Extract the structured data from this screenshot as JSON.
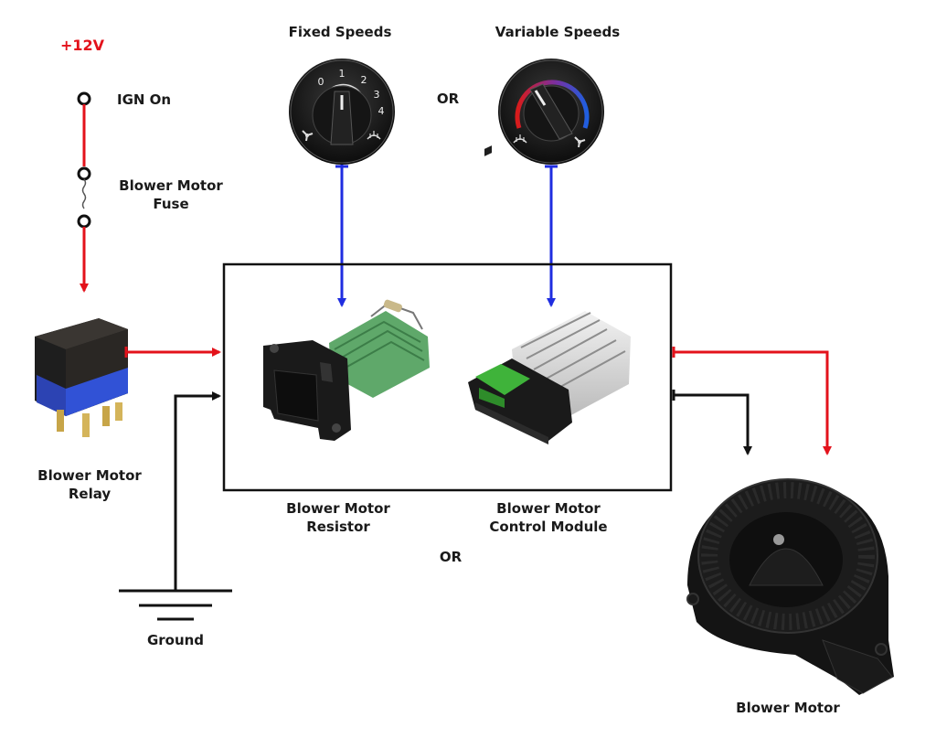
{
  "labels": {
    "voltage": "+12V",
    "ign_on": "IGN On",
    "fuse_line1": "Blower Motor",
    "fuse_line2": "Fuse",
    "fixed_speeds": "Fixed Speeds",
    "variable_speeds": "Variable Speeds",
    "or_top": "OR",
    "relay_line1": "Blower Motor",
    "relay_line2": "Relay",
    "resistor_line1": "Blower Motor",
    "resistor_line2": "Resistor",
    "module_line1": "Blower Motor",
    "module_line2": "Control Module",
    "or_bottom": "OR",
    "ground": "Ground",
    "motor": "Blower Motor"
  },
  "fixed_knob_marks": [
    "0",
    "1",
    "2",
    "3",
    "4"
  ],
  "colors": {
    "power": "#e3121b",
    "signal": "#1f2de0",
    "ground": "#111111",
    "resistor_board": "#5fa86a",
    "module_connector": "#3fb33a"
  },
  "icons": [
    "fan-icon",
    "defrost-icon"
  ]
}
